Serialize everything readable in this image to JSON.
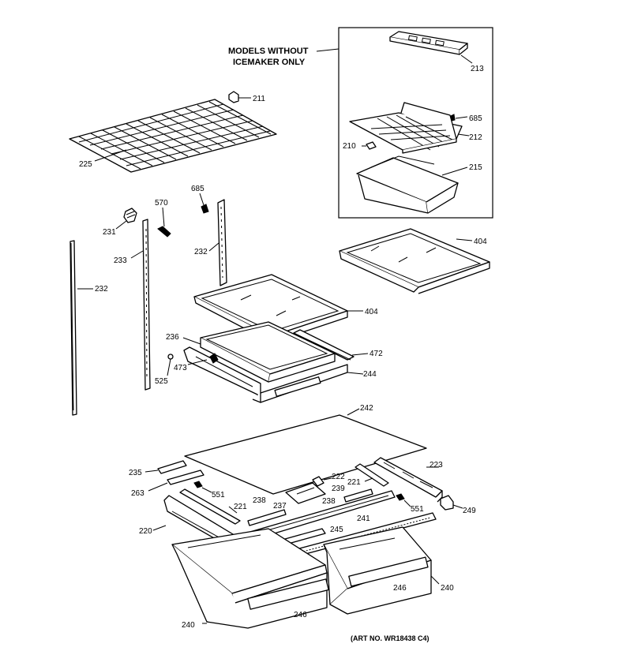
{
  "inset": {
    "heading_line1": "MODELS WITHOUT",
    "heading_line2": "ICEMAKER ONLY"
  },
  "art_number": "(ART NO. WR18438 C4)",
  "callouts": {
    "c213": "213",
    "c685a": "685",
    "c212": "212",
    "c210": "210",
    "c215": "215",
    "c211": "211",
    "c225": "225",
    "c685b": "685",
    "c570": "570",
    "c231": "231",
    "c233": "233",
    "c232a": "232",
    "c232b": "232",
    "c404a": "404",
    "c404b": "404",
    "c236": "236",
    "c472": "472",
    "c473": "473",
    "c525": "525",
    "c244": "244",
    "c242": "242",
    "c235": "235",
    "c223": "223",
    "c263": "263",
    "c222": "222",
    "c221a": "221",
    "c239": "239",
    "c551a": "551",
    "c238a": "238",
    "c237": "237",
    "c238b": "238",
    "c551b": "551",
    "c249": "249",
    "c221b": "221",
    "c220": "220",
    "c241": "241",
    "c245": "245",
    "c246a": "246",
    "c240a": "240",
    "c246b": "246",
    "c240b": "240"
  }
}
